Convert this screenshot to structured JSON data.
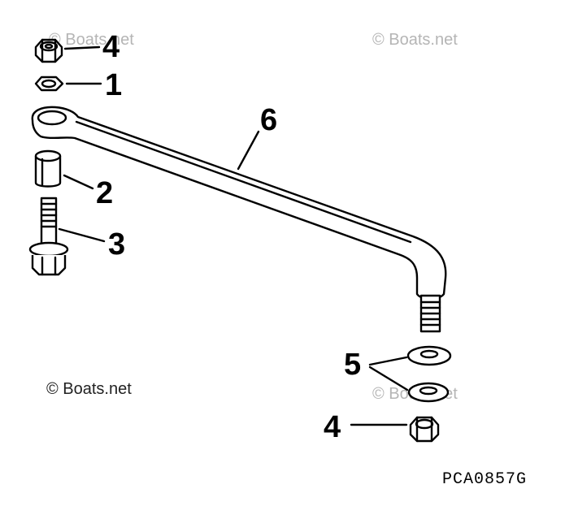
{
  "callouts": {
    "c1": "1",
    "c2": "2",
    "c3": "3",
    "c4_top": "4",
    "c4_bottom": "4",
    "c5": "5",
    "c6": "6"
  },
  "watermarks": {
    "top_left": "© Boats.net",
    "top_right": "© Boats.net",
    "bottom_left": "© Boats.net",
    "bottom_right": "© Boats.net"
  },
  "diagram_code": "PCA0857G"
}
